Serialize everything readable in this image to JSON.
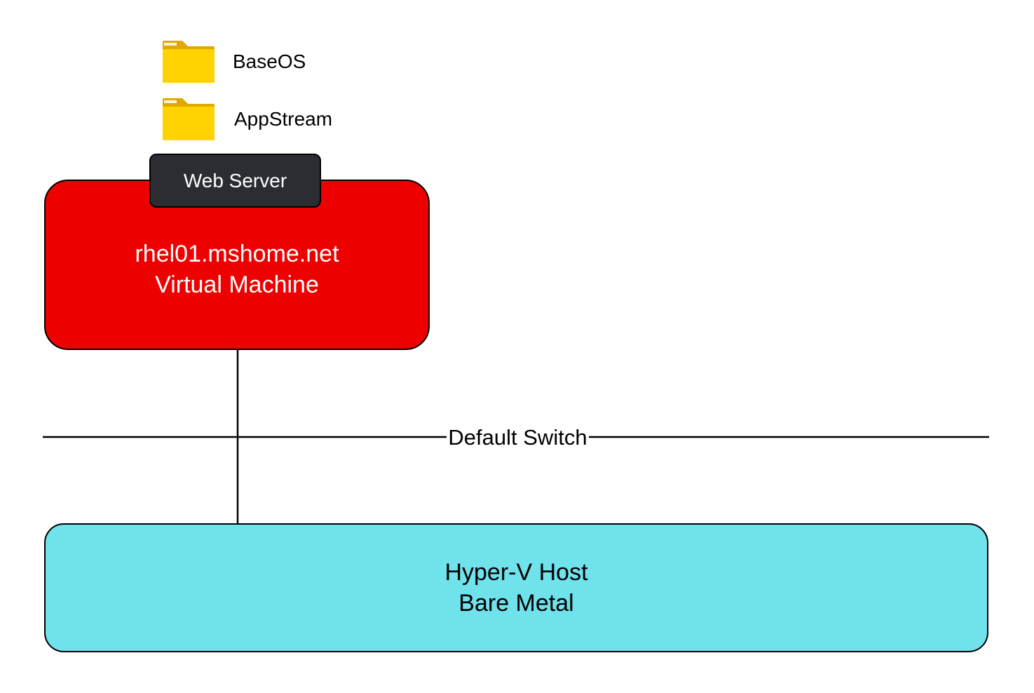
{
  "folders": [
    {
      "label": "BaseOS",
      "icon": "folder-icon"
    },
    {
      "label": "AppStream",
      "icon": "folder-icon"
    }
  ],
  "vm": {
    "tag": "Web Server",
    "hostname": "rhel01.mshome.net",
    "type": "Virtual Machine"
  },
  "network": {
    "switch_label": "Default Switch"
  },
  "host": {
    "name": "Hyper-V Host",
    "type": "Bare Metal"
  },
  "colors": {
    "vm_fill": "#ee0000",
    "tag_fill": "#2b2d33",
    "host_fill": "#6fe2ec",
    "folder_body": "#ffd200",
    "folder_tab": "#e0a800"
  }
}
